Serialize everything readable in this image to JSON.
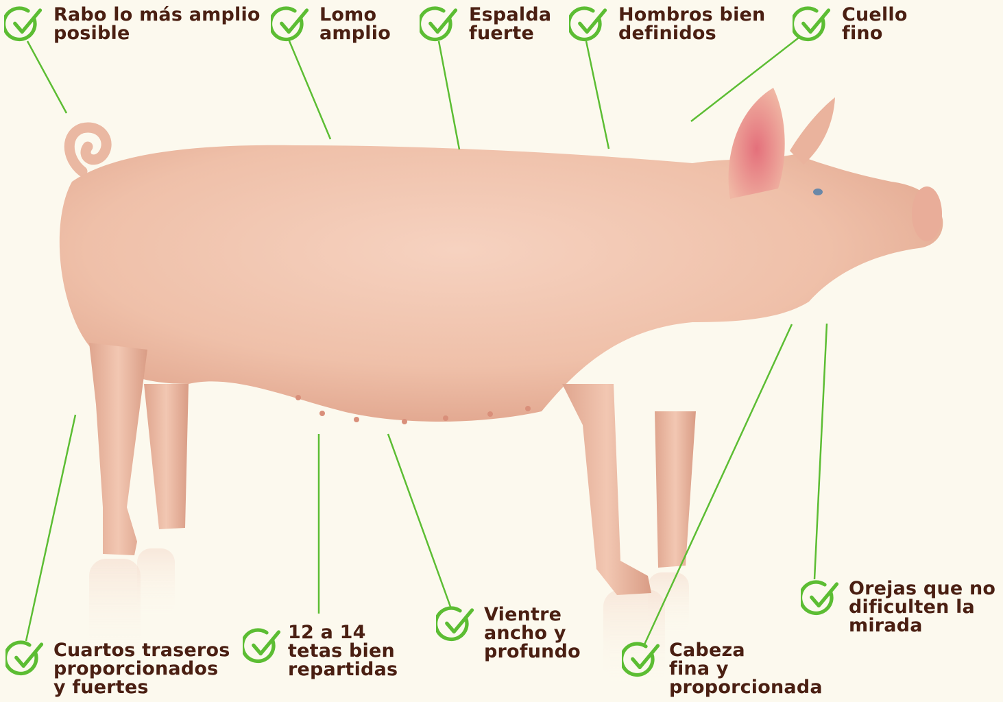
{
  "colors": {
    "background": "#fcf9ee",
    "accent_green": "#5cbd33",
    "label_text": "#4a1f12",
    "pig_body": "#f0c2ac"
  },
  "image": {
    "subject": "pig-illustration"
  },
  "labels": [
    {
      "id": "rabo",
      "icon": "check-circle-icon",
      "lines": [
        "Rabo lo más amplio",
        "posible"
      ]
    },
    {
      "id": "lomo",
      "icon": "check-circle-icon",
      "lines": [
        "Lomo",
        "amplio"
      ]
    },
    {
      "id": "espalda",
      "icon": "check-circle-icon",
      "lines": [
        "Espalda",
        "fuerte"
      ]
    },
    {
      "id": "hombros",
      "icon": "check-circle-icon",
      "lines": [
        "Hombros bien",
        "definidos"
      ]
    },
    {
      "id": "cuello",
      "icon": "check-circle-icon",
      "lines": [
        "Cuello",
        "fino"
      ]
    },
    {
      "id": "orejas",
      "icon": "check-circle-icon",
      "lines": [
        "Orejas que no",
        "dificulten la",
        "mirada"
      ]
    },
    {
      "id": "vientre",
      "icon": "check-circle-icon",
      "lines": [
        "Vientre",
        "ancho y",
        "profundo"
      ]
    },
    {
      "id": "tetas",
      "icon": "check-circle-icon",
      "lines": [
        "12 a 14",
        "tetas bien",
        "repartidas"
      ]
    },
    {
      "id": "cuartos",
      "icon": "check-circle-icon",
      "lines": [
        "Cuartos traseros",
        "proporcionados",
        "y fuertes"
      ]
    },
    {
      "id": "cabeza",
      "icon": "check-circle-icon",
      "lines": [
        "Cabeza",
        "fina y",
        "proporcionada"
      ]
    }
  ]
}
